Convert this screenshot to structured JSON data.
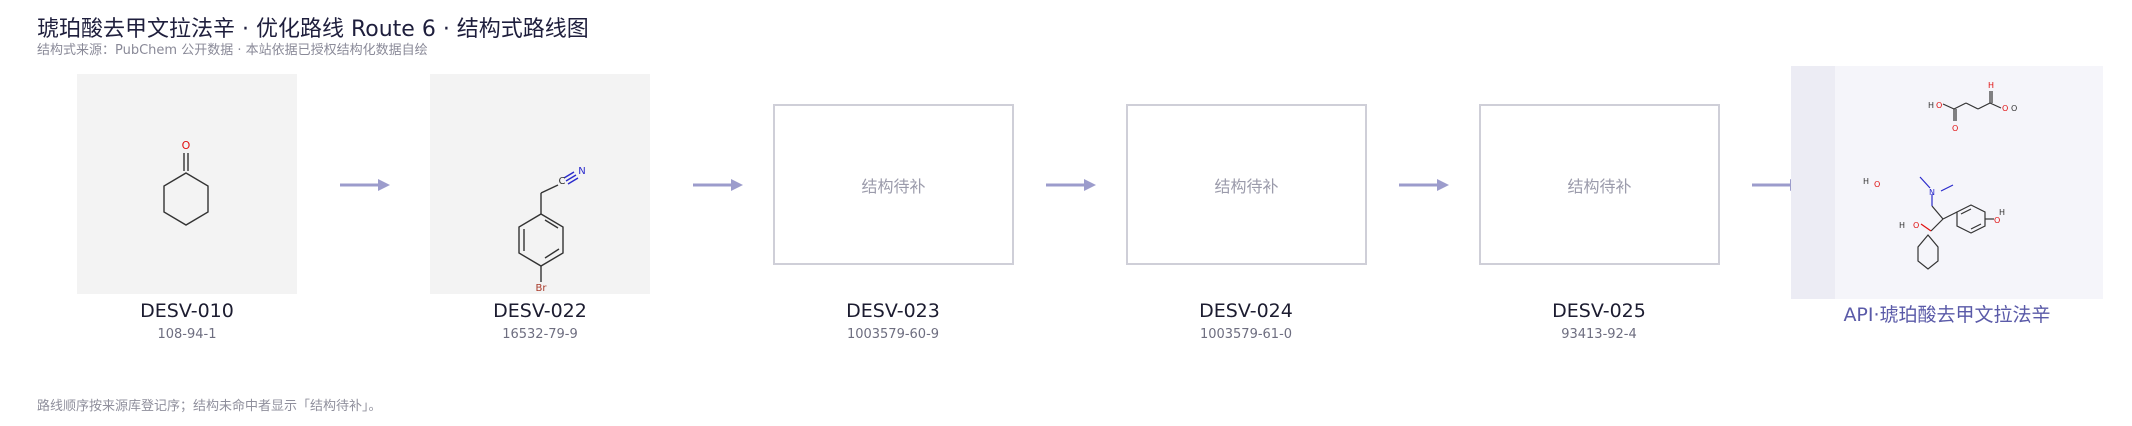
{
  "header": {
    "title": "琥珀酸去甲文拉法辛 · 优化路线 Route 6 · 结构式路线图",
    "subtitle": "结构式来源：PubChem 公开数据 · 本站依据已授权结构化数据自绘"
  },
  "route": {
    "steps": [
      {
        "code": "DESV-010",
        "cas": "108-94-1",
        "has_structure": true
      },
      {
        "code": "DESV-022",
        "cas": "16532-79-9",
        "has_structure": true
      },
      {
        "code": "DESV-023",
        "cas": "1003579-60-9",
        "has_structure": false
      },
      {
        "code": "DESV-024",
        "cas": "1003579-61-0",
        "has_structure": false
      },
      {
        "code": "DESV-025",
        "cas": "93413-92-4",
        "has_structure": false
      }
    ],
    "placeholder_text": "结构待补",
    "api_label": "API·琥珀酸去甲文拉法辛"
  },
  "structures": {
    "s1": {
      "atoms": [
        "O"
      ]
    },
    "s2": {
      "atoms": [
        "C",
        "N",
        "Br"
      ]
    },
    "api": {
      "atoms": [
        "H",
        "O",
        "O",
        "H",
        "O",
        "O",
        "H",
        "O",
        "N",
        "H",
        "O",
        "H",
        "O"
      ]
    }
  },
  "footer": {
    "note": "路线顺序按来源库登记序；结构未命中者显示「结构待补」。"
  },
  "colors": {
    "arrow": "#9c9ccc",
    "api_accent": "#5a5aa8",
    "nitrogen": "#2a2acc",
    "oxygen": "#e01010",
    "bromine": "#a83a2a",
    "placeholder_border": "#cfcfd8"
  }
}
